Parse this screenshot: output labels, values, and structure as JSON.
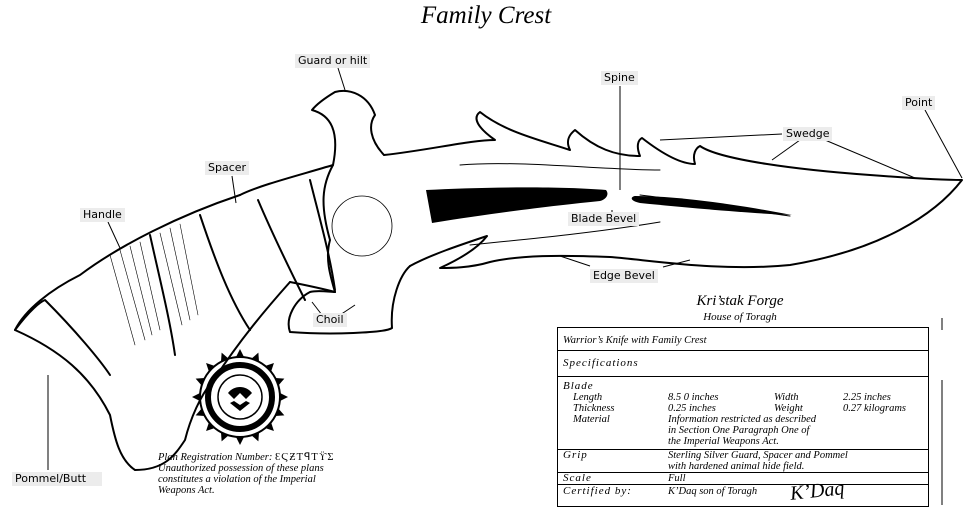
{
  "title": "Family Crest",
  "labels": {
    "guard": "Guard or hilt",
    "spine": "Spine",
    "point": "Point",
    "swedge": "Swedge",
    "spacer": "Spacer",
    "handle": "Handle",
    "blade_bevel": "Blade Bevel",
    "edge_bevel": "Edge Bevel",
    "choil": "Choil",
    "pommel": "Pommel/Butt"
  },
  "forge": {
    "name": "Kri’stak Forge",
    "house": "House of Toragh"
  },
  "spec": {
    "item": "Warrior’s Knife with Family Crest",
    "specifications": "Specifications",
    "blade_label": "Blade",
    "length_label": "Length",
    "length_value": "8.5 0 inches",
    "width_label": "Width",
    "width_value": "2.25 inches",
    "thickness_label": "Thickness",
    "thickness_value": "0.25 inches",
    "weight_label": "Weight",
    "weight_value": "0.27 kilograms",
    "material_label": "Material",
    "material_line1": "Information restricted as described",
    "material_line2": "in Section One Paragraph One of",
    "material_line3": "the Imperial Weapons Act.",
    "grip_label": "Grip",
    "grip_line1": "Sterling Silver Guard, Spacer and Pommel",
    "grip_line2": "with hardened animal hide field.",
    "scale_label": "Scale",
    "scale_value": "Full",
    "certified_label": "Certified  by:",
    "certified_value": "K’Daq son of Toragh",
    "signature": "K’Daq"
  },
  "plan": {
    "registration_label": "Plan Registration Number:",
    "line2": "Unauthorized possession of these plans",
    "line3": "constitutes a violation of the Imperial",
    "line4": "Weapons Act."
  },
  "seal_icon": "klingon-seal-icon"
}
